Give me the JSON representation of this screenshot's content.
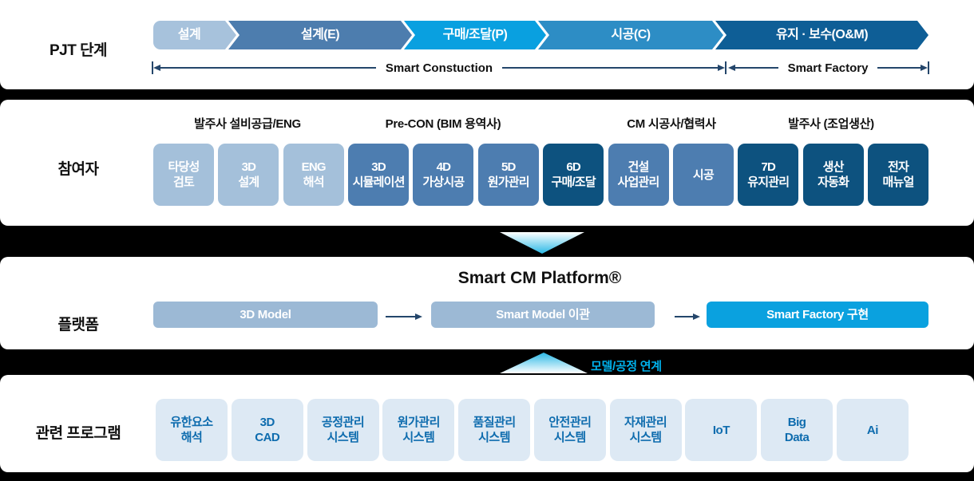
{
  "colors": {
    "band_background": "#000000",
    "phase_light": "#a7c2dc",
    "phase_medium": "#4d7dae",
    "phase_bright": "#09a0e0",
    "phase_construction": "#2d8dc5",
    "phase_dark": "#0e5e96",
    "participant_light": "#a4c0da",
    "participant_medium": "#4d7db0",
    "participant_dark": "#0d527f",
    "platform_light": "#9cb9d5",
    "platform_bright": "#0aa1df",
    "program_box_bg": "#dde9f4",
    "program_text": "#0e6cae",
    "dimension_line": "#24466b",
    "link_text": "#00b2ec",
    "triangle_cyan": "#2bb9e6"
  },
  "pjt": {
    "row_label": "PJT 단계",
    "phases": [
      {
        "label": "설계"
      },
      {
        "label": "설계(E)"
      },
      {
        "label": "구매/조달(P)"
      },
      {
        "label": "시공(C)"
      },
      {
        "label": "유지 · 보수(O&M)"
      }
    ],
    "spans": [
      {
        "label": "Smart Constuction"
      },
      {
        "label": "Smart Factory"
      }
    ]
  },
  "participants": {
    "row_label": "참여자",
    "groups": [
      {
        "label": "발주사 설비공급/ENG"
      },
      {
        "label": "Pre-CON (BIM 용역사)"
      },
      {
        "label": "CM 시공사/협력사"
      },
      {
        "label": "발주사 (조업생산)"
      }
    ],
    "boxes": [
      {
        "l1": "타당성",
        "l2": "검토"
      },
      {
        "l1": "3D",
        "l2": "설계"
      },
      {
        "l1": "ENG",
        "l2": "해석"
      },
      {
        "l1": "3D",
        "l2": "시뮬레이션"
      },
      {
        "l1": "4D",
        "l2": "가상시공"
      },
      {
        "l1": "5D",
        "l2": "원가관리"
      },
      {
        "l1": "6D",
        "l2": "구매/조달"
      },
      {
        "l1": "건설",
        "l2": "사업관리"
      },
      {
        "l1": "시공",
        "l2": ""
      },
      {
        "l1": "7D",
        "l2": "유지관리"
      },
      {
        "l1": "생산",
        "l2": "자동화"
      },
      {
        "l1": "전자",
        "l2": "매뉴얼"
      }
    ]
  },
  "platform": {
    "row_label": "플랫폼",
    "title": "Smart CM Platform®",
    "boxes": [
      {
        "label": "3D Model"
      },
      {
        "label": "Smart Model 이관"
      },
      {
        "label": "Smart Factory 구현"
      }
    ]
  },
  "connector": {
    "link_label": "모델/공정 연계"
  },
  "programs": {
    "row_label": "관련 프로그램",
    "boxes": [
      {
        "l1": "유한요소",
        "l2": "해석"
      },
      {
        "l1": "3D",
        "l2": "CAD"
      },
      {
        "l1": "공정관리",
        "l2": "시스템"
      },
      {
        "l1": "원가관리",
        "l2": "시스템"
      },
      {
        "l1": "품질관리",
        "l2": "시스템"
      },
      {
        "l1": "안전관리",
        "l2": "시스템"
      },
      {
        "l1": "자재관리",
        "l2": "시스템"
      },
      {
        "l1": "IoT",
        "l2": ""
      },
      {
        "l1": "Big",
        "l2": "Data"
      },
      {
        "l1": "Ai",
        "l2": ""
      }
    ]
  }
}
